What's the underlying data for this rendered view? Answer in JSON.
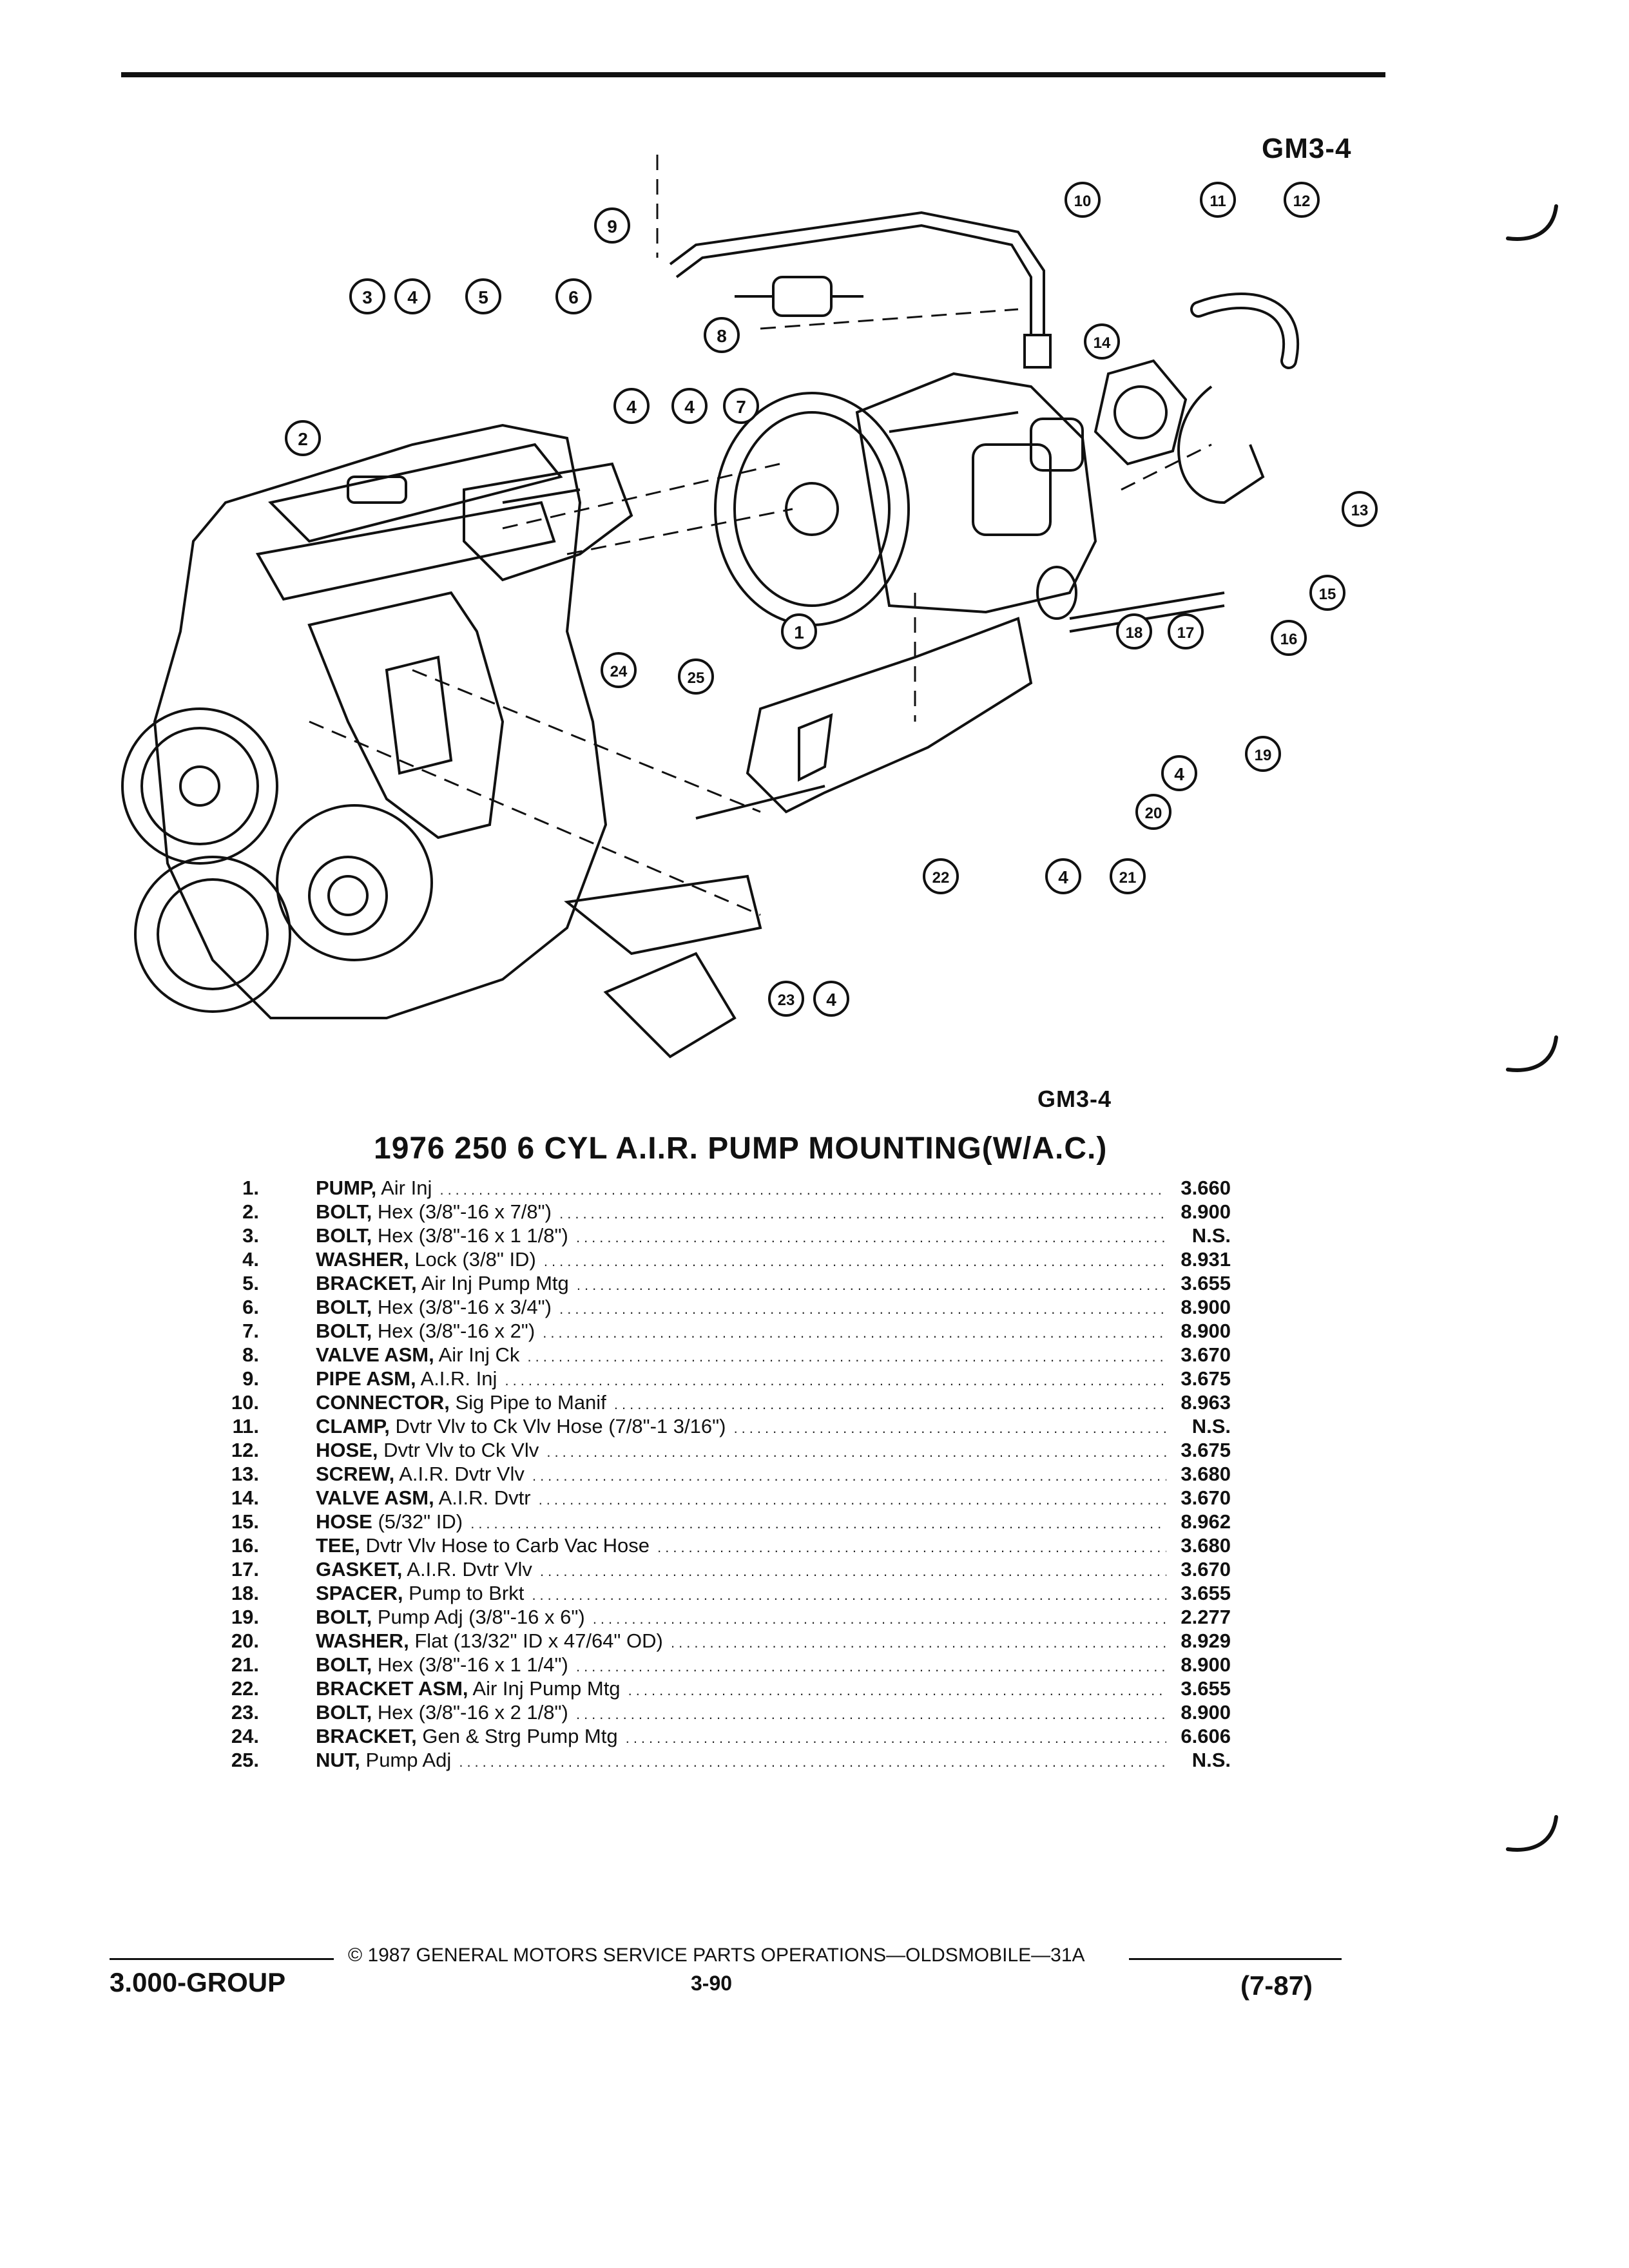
{
  "figure_id_top": "GM3-4",
  "figure_id_bottom": "GM3-4",
  "title": "1976 250 6 CYL A.I.R. PUMP MOUNTING(W/A.C.)",
  "callouts": [
    "1",
    "2",
    "3",
    "4",
    "5",
    "6",
    "7",
    "8",
    "9",
    "10",
    "11",
    "12",
    "13",
    "14",
    "15",
    "16",
    "17",
    "18",
    "19",
    "20",
    "21",
    "22",
    "23",
    "24",
    "25"
  ],
  "parts": [
    {
      "num": "1.",
      "name": "PUMP,",
      "desc": "Air Inj",
      "group": "3.660"
    },
    {
      "num": "2.",
      "name": "BOLT,",
      "desc": "Hex (3/8\"-16 x 7/8\")",
      "group": "8.900"
    },
    {
      "num": "3.",
      "name": "BOLT,",
      "desc": "Hex (3/8\"-16 x 1 1/8\")",
      "group": "N.S."
    },
    {
      "num": "4.",
      "name": "WASHER,",
      "desc": "Lock (3/8\" ID)",
      "group": "8.931"
    },
    {
      "num": "5.",
      "name": "BRACKET,",
      "desc": "Air Inj Pump Mtg",
      "group": "3.655"
    },
    {
      "num": "6.",
      "name": "BOLT,",
      "desc": "Hex (3/8\"-16 x 3/4\")",
      "group": "8.900"
    },
    {
      "num": "7.",
      "name": "BOLT,",
      "desc": "Hex (3/8\"-16 x 2\")",
      "group": "8.900"
    },
    {
      "num": "8.",
      "name": "VALVE ASM,",
      "desc": "Air Inj Ck",
      "group": "3.670"
    },
    {
      "num": "9.",
      "name": "PIPE ASM,",
      "desc": "A.I.R. Inj",
      "group": "3.675"
    },
    {
      "num": "10.",
      "name": "CONNECTOR,",
      "desc": "Sig Pipe to Manif",
      "group": "8.963"
    },
    {
      "num": "11.",
      "name": "CLAMP,",
      "desc": "Dvtr Vlv to Ck Vlv Hose (7/8\"-1 3/16\")",
      "group": "N.S."
    },
    {
      "num": "12.",
      "name": "HOSE,",
      "desc": "Dvtr Vlv to Ck Vlv",
      "group": "3.675"
    },
    {
      "num": "13.",
      "name": "SCREW,",
      "desc": "A.I.R. Dvtr Vlv",
      "group": "3.680"
    },
    {
      "num": "14.",
      "name": "VALVE ASM,",
      "desc": "A.I.R. Dvtr",
      "group": "3.670"
    },
    {
      "num": "15.",
      "name": "HOSE",
      "desc": "(5/32\" ID)",
      "group": "8.962"
    },
    {
      "num": "16.",
      "name": "TEE,",
      "desc": "Dvtr Vlv Hose to Carb Vac Hose",
      "group": "3.680"
    },
    {
      "num": "17.",
      "name": "GASKET,",
      "desc": "A.I.R. Dvtr Vlv",
      "group": "3.670"
    },
    {
      "num": "18.",
      "name": "SPACER,",
      "desc": "Pump to Brkt",
      "group": "3.655"
    },
    {
      "num": "19.",
      "name": "BOLT,",
      "desc": "Pump Adj (3/8\"-16 x 6\")",
      "group": "2.277"
    },
    {
      "num": "20.",
      "name": "WASHER,",
      "desc": "Flat (13/32\" ID x 47/64\" OD)",
      "group": "8.929"
    },
    {
      "num": "21.",
      "name": "BOLT,",
      "desc": "Hex (3/8\"-16 x 1 1/4\")",
      "group": "8.900"
    },
    {
      "num": "22.",
      "name": "BRACKET ASM,",
      "desc": "Air Inj Pump Mtg",
      "group": "3.655"
    },
    {
      "num": "23.",
      "name": "BOLT,",
      "desc": "Hex (3/8\"-16 x 2 1/8\")",
      "group": "8.900"
    },
    {
      "num": "24.",
      "name": "BRACKET,",
      "desc": "Gen & Strg Pump Mtg",
      "group": "6.606"
    },
    {
      "num": "25.",
      "name": "NUT,",
      "desc": "Pump Adj",
      "group": "N.S."
    }
  ],
  "footer": {
    "copyright": "© 1987 GENERAL MOTORS SERVICE PARTS OPERATIONS—OLDSMOBILE—31A",
    "group": "3.000-GROUP",
    "page": "3-90",
    "revision": "(7-87)"
  }
}
